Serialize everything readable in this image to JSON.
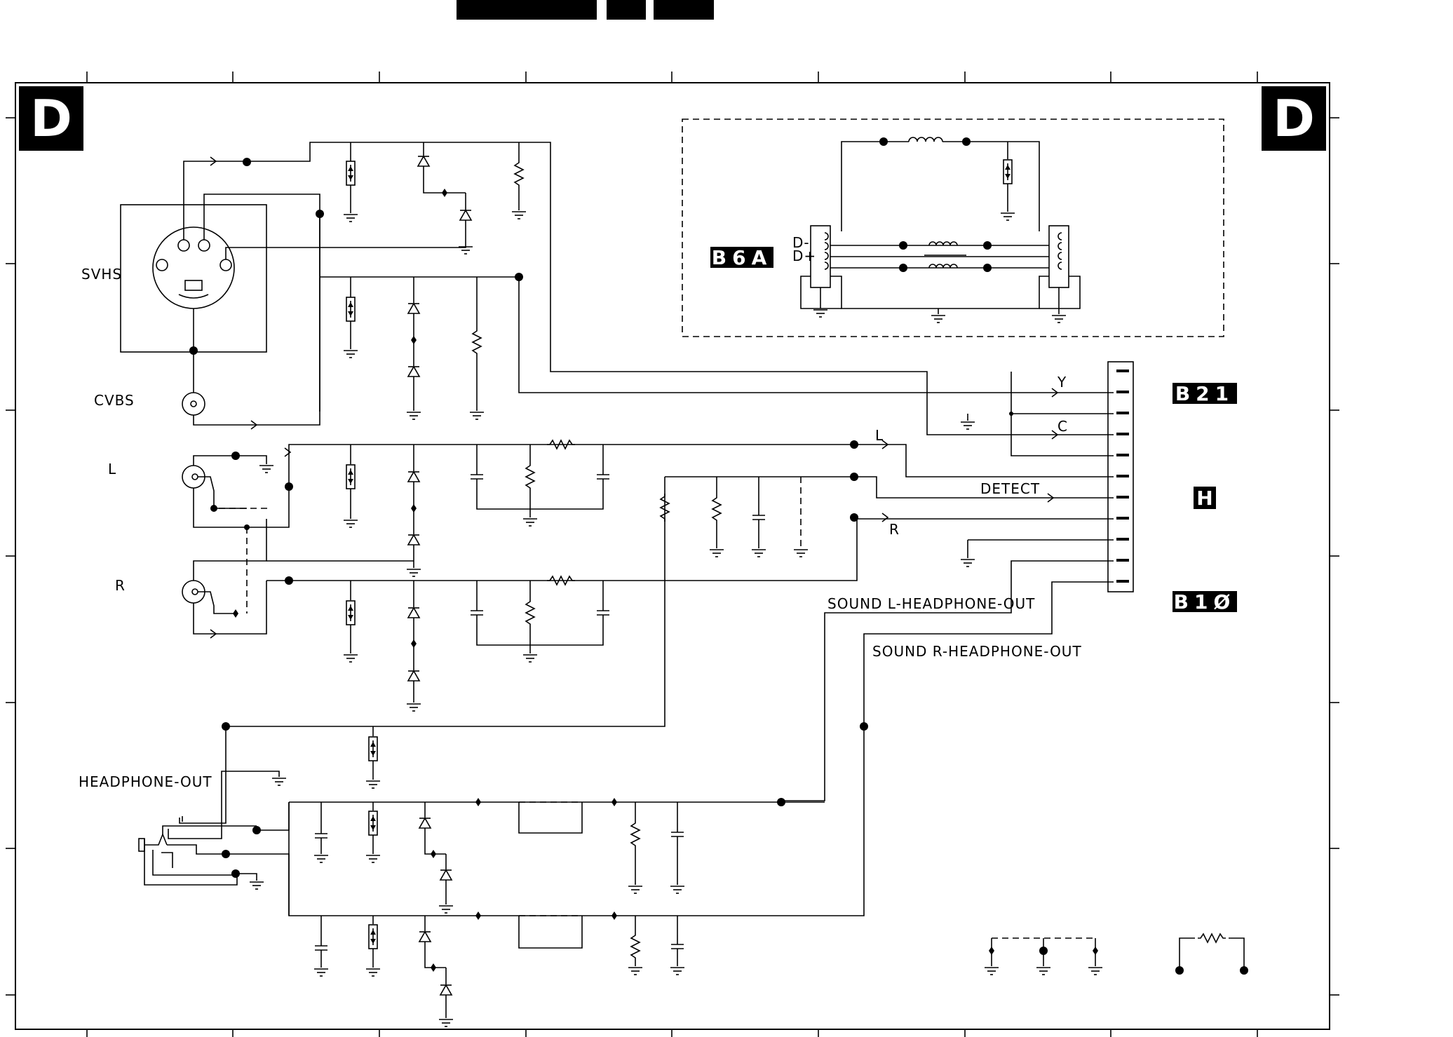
{
  "sheet": {
    "corner_letter": "D",
    "section_label": "H"
  },
  "modules": {
    "b6a": "B6A",
    "b21": "B21",
    "b10": "B1Ø"
  },
  "connector_labels": {
    "svhs": "SVHS",
    "cvbs": "CVBS",
    "left": "L",
    "right": "R",
    "headphone": "HEADPHONE-OUT"
  },
  "signals": {
    "y": "Y",
    "c": "C",
    "l": "L",
    "r": "R",
    "detect": "DETECT",
    "sound_l": "SOUND L-HEADPHONE-OUT",
    "sound_r": "SOUND R-HEADPHONE-OUT",
    "d_minus": "D-",
    "d_plus": "D+"
  }
}
